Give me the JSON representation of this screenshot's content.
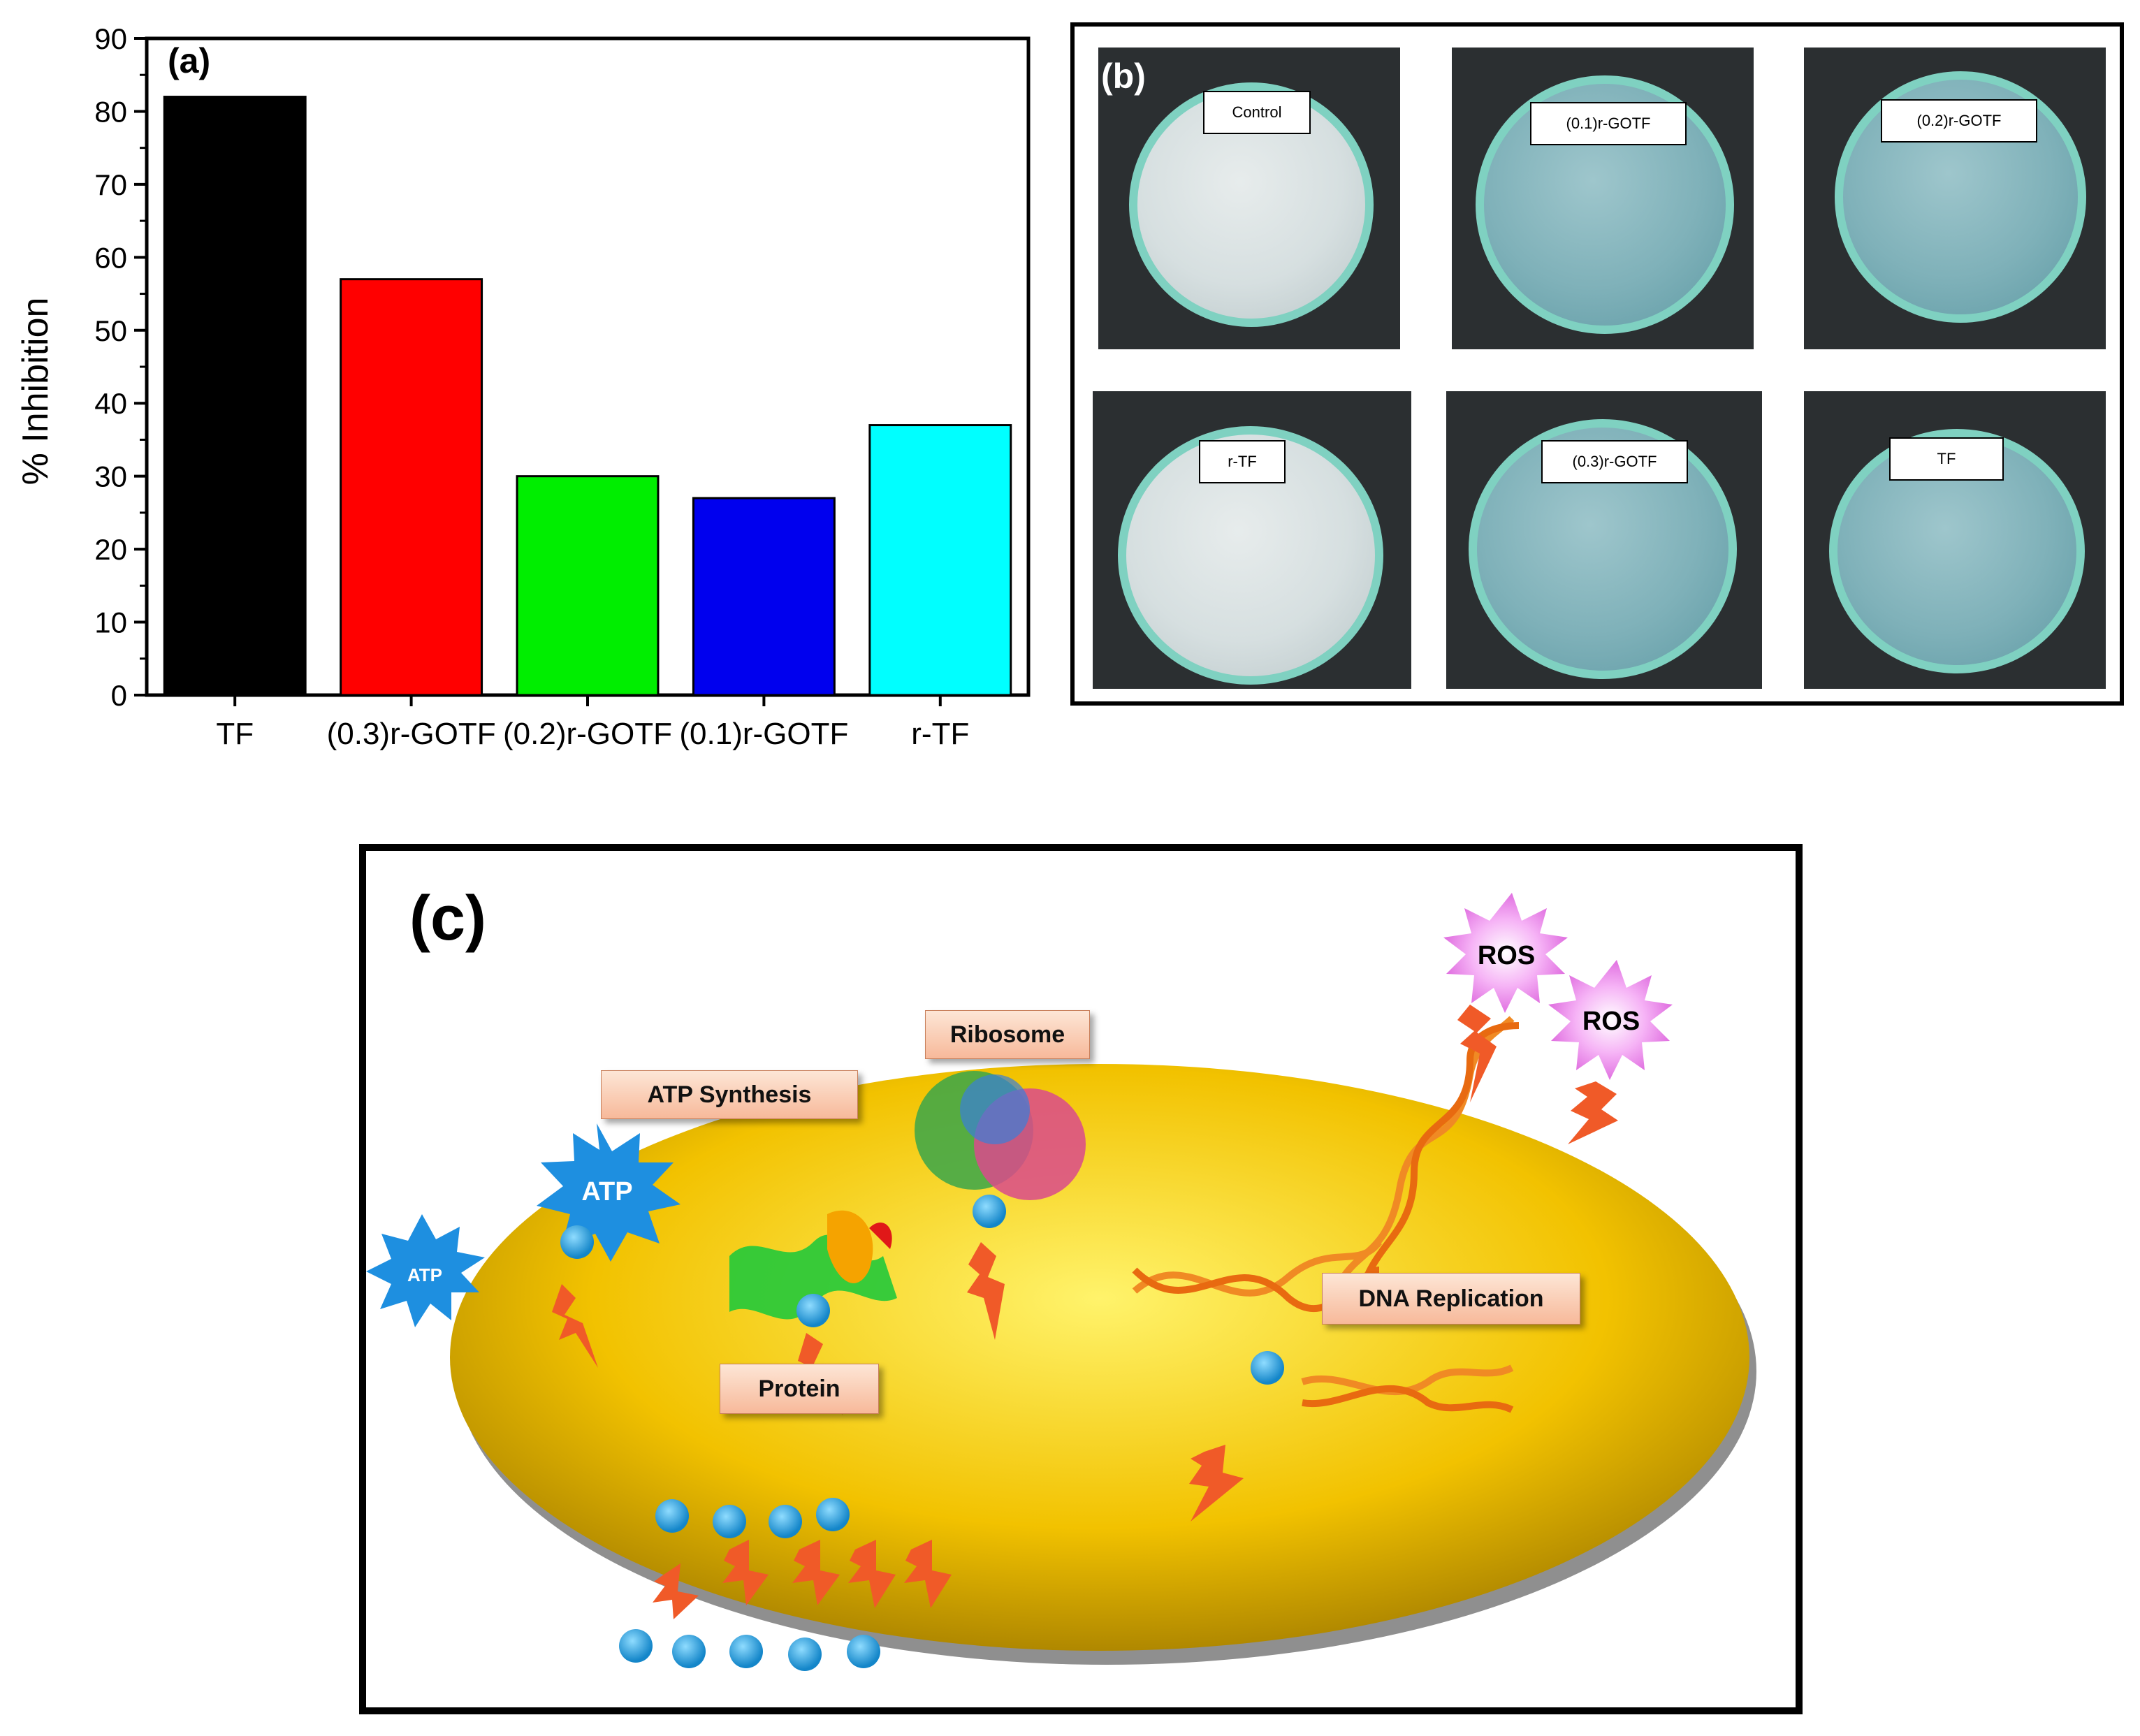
{
  "chart_data": {
    "type": "bar",
    "panel_label": "(a)",
    "categories": [
      "TF",
      "(0.3)r-GOTF",
      "(0.2)r-GOTF",
      "(0.1)r-GOTF",
      "r-TF"
    ],
    "values": [
      82,
      57,
      30,
      27,
      37
    ],
    "colors": [
      "#000000",
      "#ff0000",
      "#00ee00",
      "#0000ee",
      "#00ffff"
    ],
    "ylabel": "% Inhibition",
    "xlabel": "",
    "ylim": [
      0,
      90
    ],
    "yticks": [
      0,
      10,
      20,
      30,
      40,
      50,
      60,
      70,
      80,
      90
    ],
    "grid": false
  },
  "panel_b": {
    "label": "(b)",
    "plates": [
      {
        "name": "Control",
        "tone": "gray"
      },
      {
        "name": "(0.1)r-GOTF",
        "tone": "blue"
      },
      {
        "name": "(0.2)r-GOTF",
        "tone": "blue"
      },
      {
        "name": "r-TF",
        "tone": "gray"
      },
      {
        "name": "(0.3)r-GOTF",
        "tone": "blue"
      },
      {
        "name": "TF",
        "tone": "blue"
      }
    ]
  },
  "panel_c": {
    "label": "(c)",
    "labels": {
      "atp_synthesis": "ATP Synthesis",
      "ribosome": "Ribosome",
      "protein": "Protein",
      "dna_replication": "DNA Replication"
    },
    "atp_large": "ATP",
    "atp_small": "ATP",
    "ros": [
      "ROS",
      "ROS"
    ],
    "colors": {
      "cell": "#f2c200",
      "nanoparticle": "#1ea6e6",
      "bolt": "#f05a28",
      "ros": "#f08cf0",
      "atp_star": "#1e8fe0"
    }
  }
}
